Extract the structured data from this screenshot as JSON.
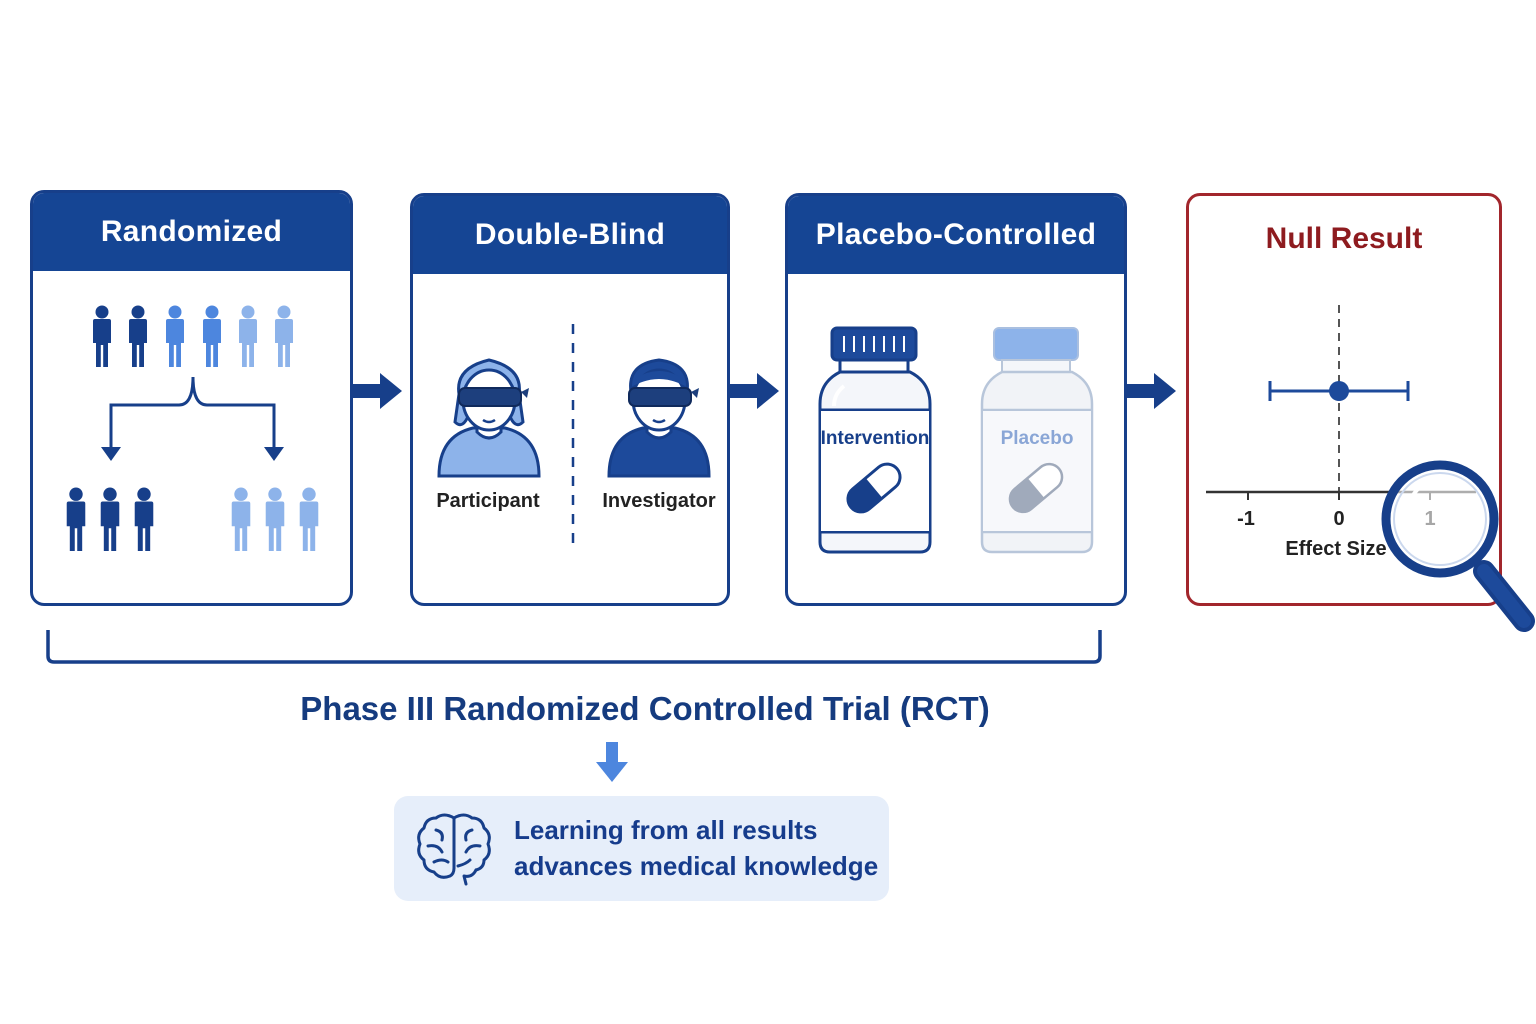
{
  "panels": {
    "randomized": {
      "title": "Randomized"
    },
    "double_blind": {
      "title": "Double-Blind",
      "participant_label": "Participant",
      "investigator_label": "Investigator"
    },
    "placebo_controlled": {
      "title": "Placebo-Controlled",
      "intervention_label": "Intervention",
      "placebo_label": "Placebo"
    },
    "null_result": {
      "title": "Null Result",
      "axis_label": "Effect Size",
      "ticks": [
        "-1",
        "0",
        "1"
      ],
      "estimate": 0,
      "ci_low": -0.75,
      "ci_high": 0.75
    }
  },
  "rct_title": "Phase III Randomized Controlled Trial (RCT)",
  "lesson": {
    "line1": "Learning from all results",
    "line2": "advances medical knowledge"
  },
  "colors": {
    "navy": "#154594",
    "dark_person": "#173f8a",
    "mid_person": "#4d86de",
    "light_person": "#8db3ea",
    "null_red": "#a2262c",
    "lesson_bg": "#e6eefa"
  },
  "icons": [
    "person-icon",
    "blindfolded-person-icon",
    "pill-bottle-icon",
    "capsule-icon",
    "magnifier-icon",
    "brain-icon",
    "arrow-right-icon",
    "arrow-down-icon"
  ]
}
